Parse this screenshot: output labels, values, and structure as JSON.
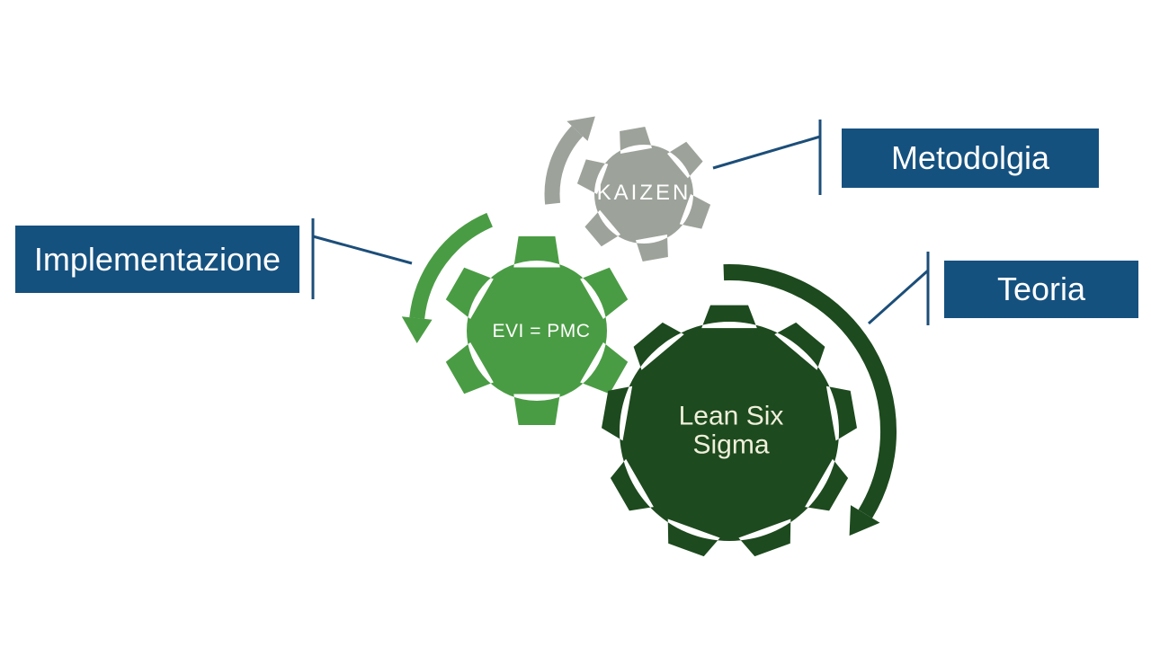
{
  "diagram": {
    "title": "Lean methodology gears diagram",
    "callouts": [
      {
        "id": "implementazione",
        "label": "Implementazione"
      },
      {
        "id": "metodologia",
        "label": "Metodolgia"
      },
      {
        "id": "teoria",
        "label": "Teoria"
      }
    ],
    "gears": [
      {
        "id": "kaizen",
        "label": "KAIZEN",
        "color": "#9DA39A"
      },
      {
        "id": "evi-pmc",
        "label": "EVI = PMC",
        "color": "#4A9C44"
      },
      {
        "id": "lean-six-sigma",
        "label": "Lean Six Sigma",
        "color": "#1D4A1E"
      }
    ],
    "colors": {
      "background": "#FFFFFF",
      "callout_bg": "#15517F",
      "callout_text": "#FFFFFF",
      "connector": "#1C4E79",
      "gray": "#9DA39A",
      "green": "#4A9C44",
      "dark_green": "#1D4A1E",
      "gear_text": "#FFFFFF",
      "lean_text": "#EFEFDA"
    }
  }
}
